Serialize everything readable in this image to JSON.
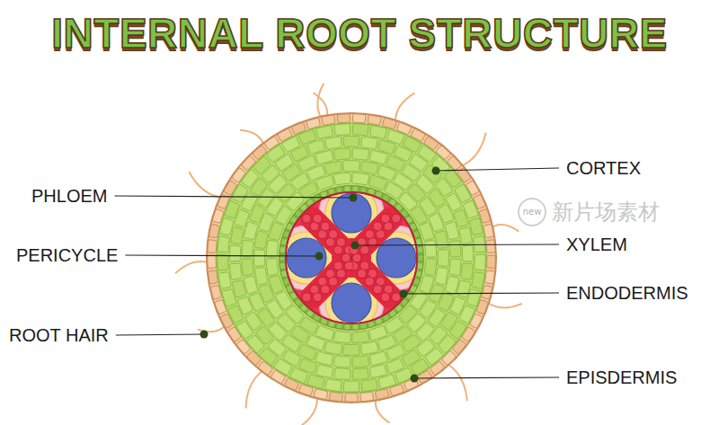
{
  "diagram": {
    "title": "INTERNAL ROOT STRUCTURE",
    "labels": [
      "CORTEX",
      "PHLOEM",
      "XYLEM",
      "PERICYCLE",
      "ENDODERMIS",
      "ROOT HAIR",
      "EPISDERMIS",
      "new",
      "新片场素材"
    ]
  }
}
